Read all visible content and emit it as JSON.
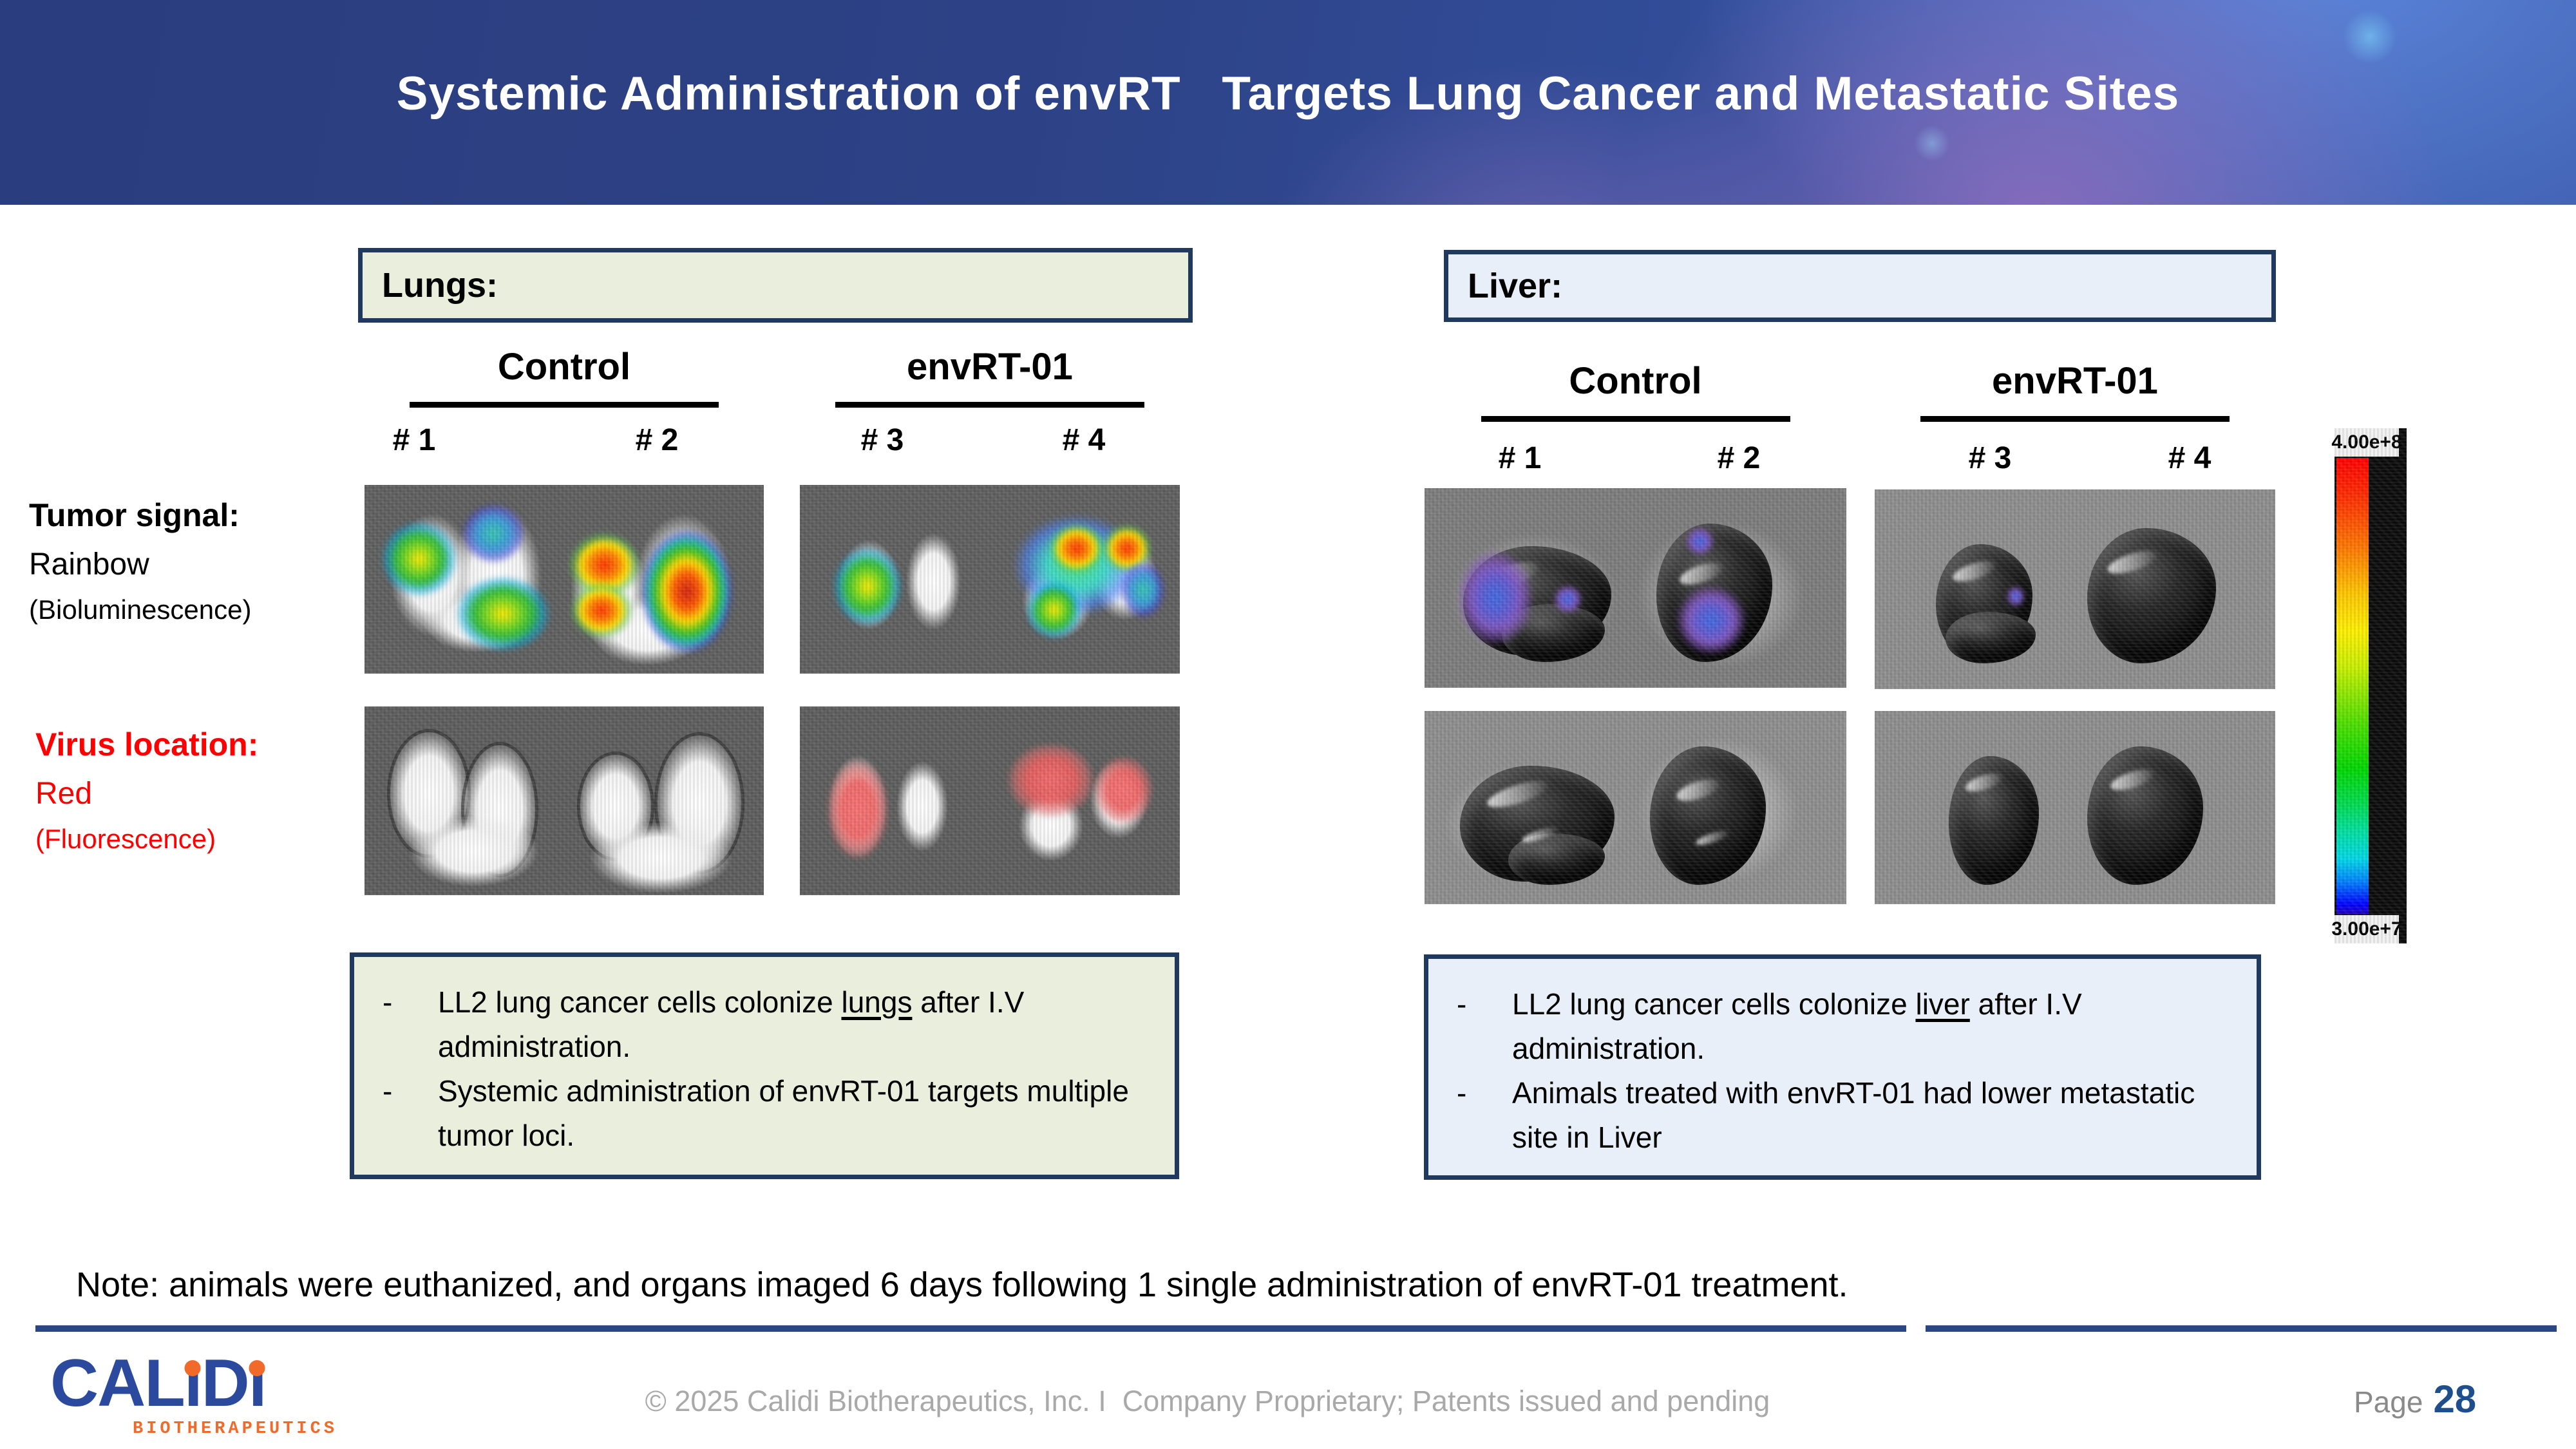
{
  "slide": {
    "title": "Systemic Administration of envRT   Targets Lung Cancer and Metastatic Sites",
    "note": "Note: animals were euthanized, and organs imaged 6 days following 1 single administration of envRT-01 treatment.",
    "page_label": "Page",
    "page_number": "28"
  },
  "legend": {
    "tumor": {
      "heading": "Tumor signal:",
      "line2": "Rainbow",
      "line3": "(Bioluminescence)"
    },
    "virus": {
      "heading": "Virus location:",
      "line2": "Red",
      "line3": "(Fluorescence)"
    }
  },
  "lungs": {
    "label": "Lungs:",
    "groups": [
      {
        "name": "Control",
        "samples": [
          "# 1",
          "# 2"
        ]
      },
      {
        "name": "envRT-01",
        "samples": [
          "# 3",
          "# 4"
        ]
      }
    ],
    "notes": [
      {
        "pre": "LL2 lung cancer cells colonize ",
        "u": "lungs",
        "post": " after I.V administration."
      },
      {
        "pre": "Systemic administration of envRT-01 targets multiple tumor loci.",
        "u": "",
        "post": ""
      }
    ]
  },
  "liver": {
    "label": "Liver:",
    "groups": [
      {
        "name": "Control",
        "samples": [
          "# 1",
          "# 2"
        ]
      },
      {
        "name": "envRT-01",
        "samples": [
          "# 3",
          "# 4"
        ]
      }
    ],
    "notes": [
      {
        "pre": "LL2 lung cancer cells colonize ",
        "u": "liver",
        "post": " after I.V administration."
      },
      {
        "pre": "Animals treated with envRT-01 had lower metastatic site in Liver",
        "u": "",
        "post": ""
      }
    ]
  },
  "colorbar": {
    "max": "4.00e+8",
    "min": "3.00e+7"
  },
  "bullets": {
    "dash": "-"
  },
  "footer": {
    "copyright": "© 2025 Calidi Biotherapeutics, Inc. I  Company Proprietary; Patents issued and pending",
    "logo": {
      "part1": "CAL",
      "dotless_i": "ı",
      "part2": "D",
      "sub": "BIOTHERAPEUTICS"
    }
  },
  "colors": {
    "accent_navy": "#1f3a5e",
    "green_fill": "#e9efdc",
    "blue_fill": "#e9eff8",
    "red_text": "#ff0000",
    "logo_blue": "#2b4a9e",
    "logo_orange": "#f26a2a",
    "divider": "#2a4686",
    "banner_blue": "#2d4286"
  }
}
